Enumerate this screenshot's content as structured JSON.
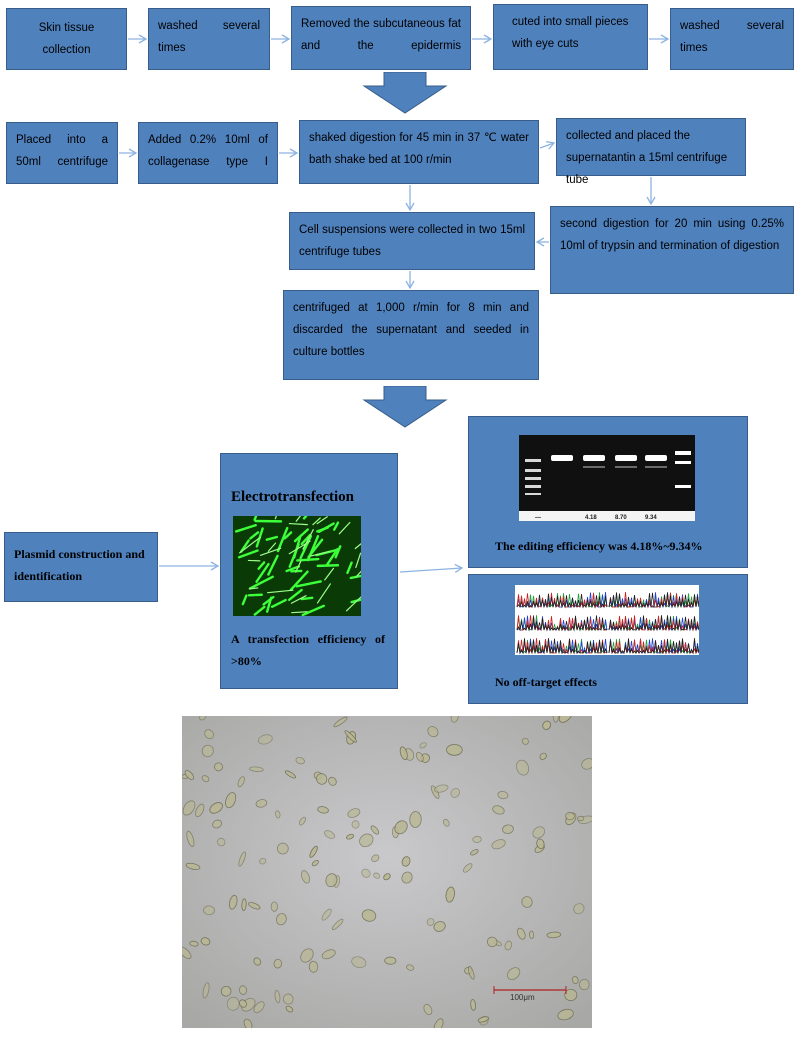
{
  "row1": [
    "Skin tissue collection",
    "washed several times",
    "Removed the subcutaneous fat and the epidermis",
    "cuted into small pieces with eye cuts",
    "washed several times"
  ],
  "row2": [
    "Placed into a 50ml centrifuge",
    "Added 0.2% 10ml of collagenase type I",
    "shaked digestion for 45 min in 37 ℃ water bath shake bed at 100 r/min",
    "collected and placed the supernatantin a 15ml centrifuge tube"
  ],
  "second_digestion": "second digestion for 20 min using 0.25% 10ml of trypsin and termination of digestion",
  "cell_suspensions": "Cell suspensions were collected in two 15ml centrifuge tubes",
  "centrifuged": "centrifuged at 1,000 r/min for 8 min and discarded the supernatant and seeded in culture bottles",
  "plasmid": "Plasmid construction and identification",
  "electro": {
    "title": "Electrotransfection",
    "caption": "A transfection efficiency of >80%"
  },
  "editing": {
    "caption": "The editing efficiency was 4.18%~9.34%",
    "gel_lane_labels": [
      "4.18",
      "8.70",
      "9.34"
    ]
  },
  "offtarget": {
    "caption": "No off-target effects"
  },
  "micrograph": {
    "scale_bar": "100μm"
  },
  "colors": {
    "box_fill": "#4f81bd",
    "box_border": "#385d8a",
    "arrow": "#8db3e2"
  }
}
